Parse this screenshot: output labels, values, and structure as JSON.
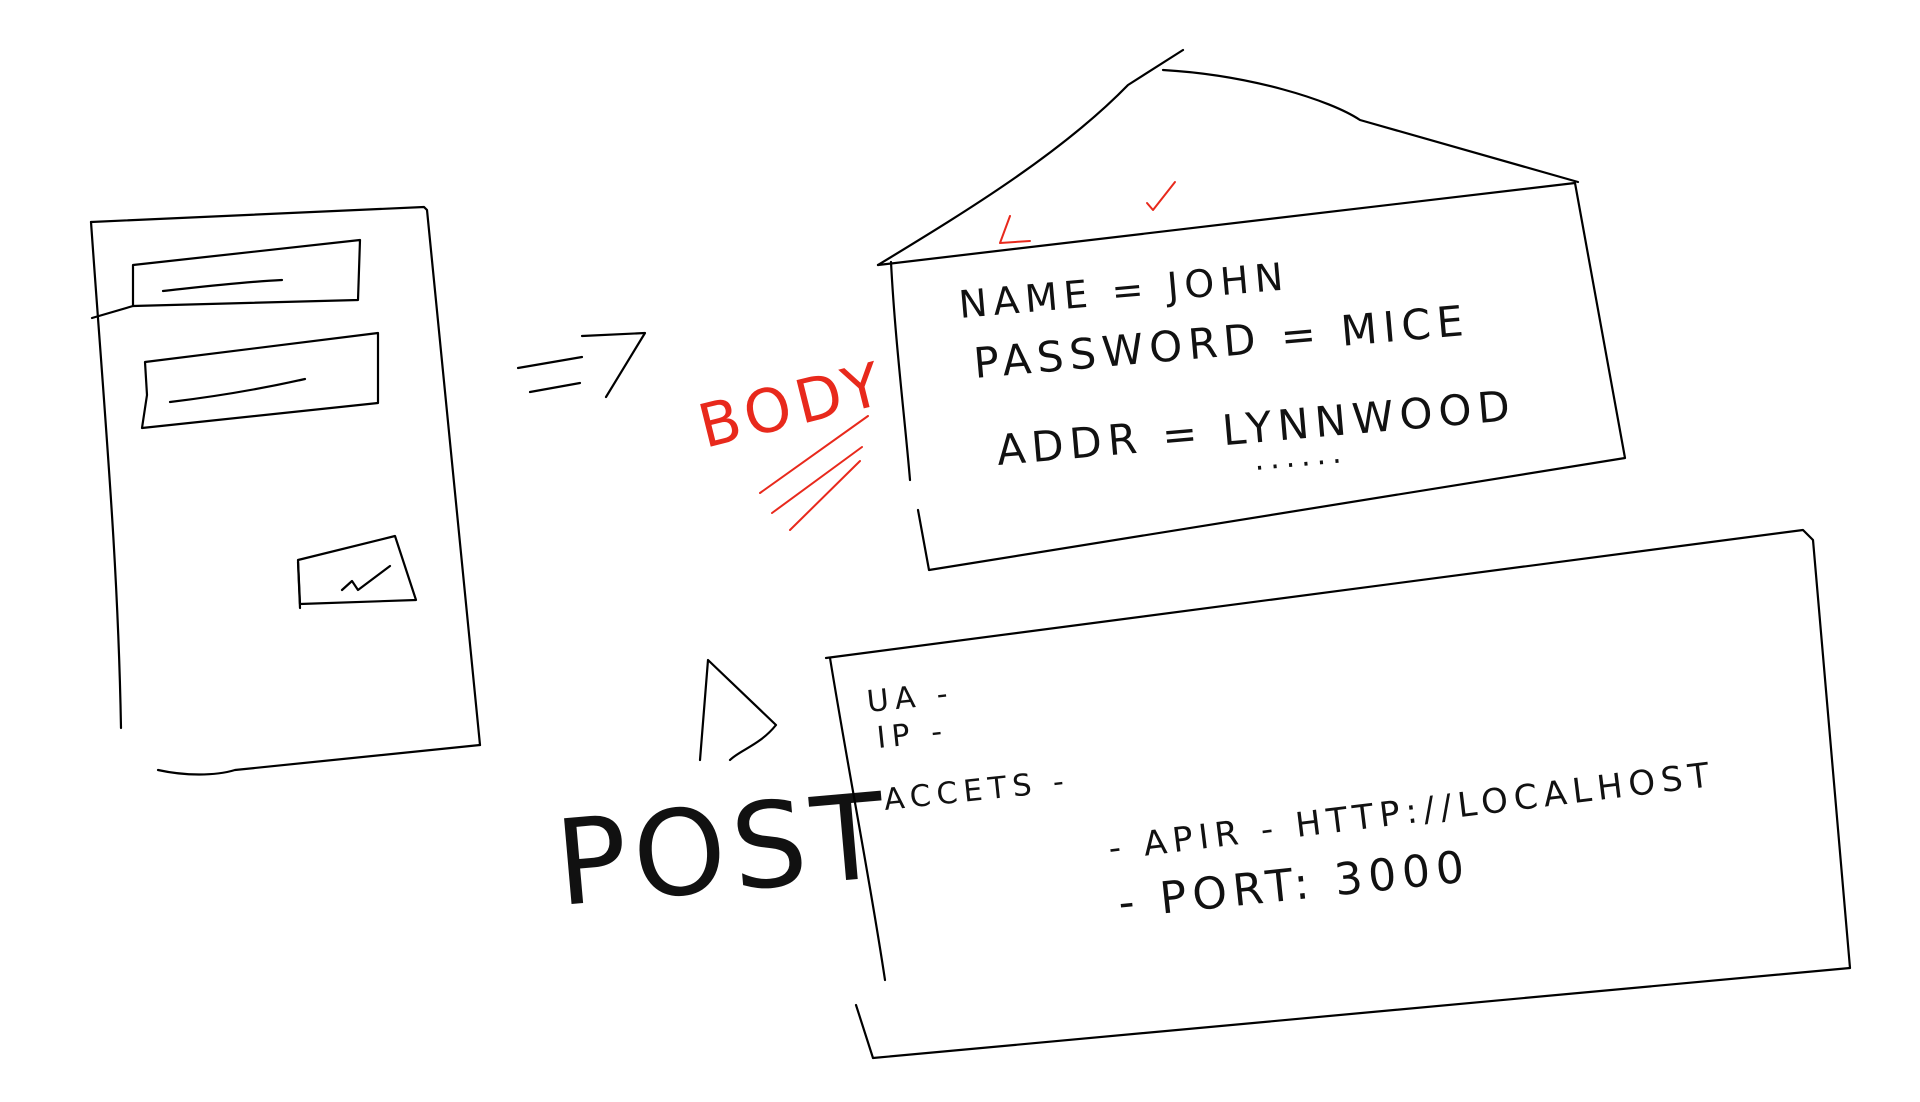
{
  "colors": {
    "ink": "#000000",
    "accent": "#e8291c",
    "background": "#ffffff"
  },
  "body_label": "BODY",
  "body_fields": [
    "NAME = JOHN",
    "PASSWORD = MICE",
    "ADDR = LYNNWOOD",
    "......"
  ],
  "post_label": "POST",
  "headers": [
    "UA -",
    "IP -",
    "ACCETS -"
  ],
  "server_info": [
    "- APIR - HTTP://LOCALHOST",
    "- PORT: 3000"
  ],
  "symbols": {
    "implies": "=>",
    "check": "✓"
  }
}
